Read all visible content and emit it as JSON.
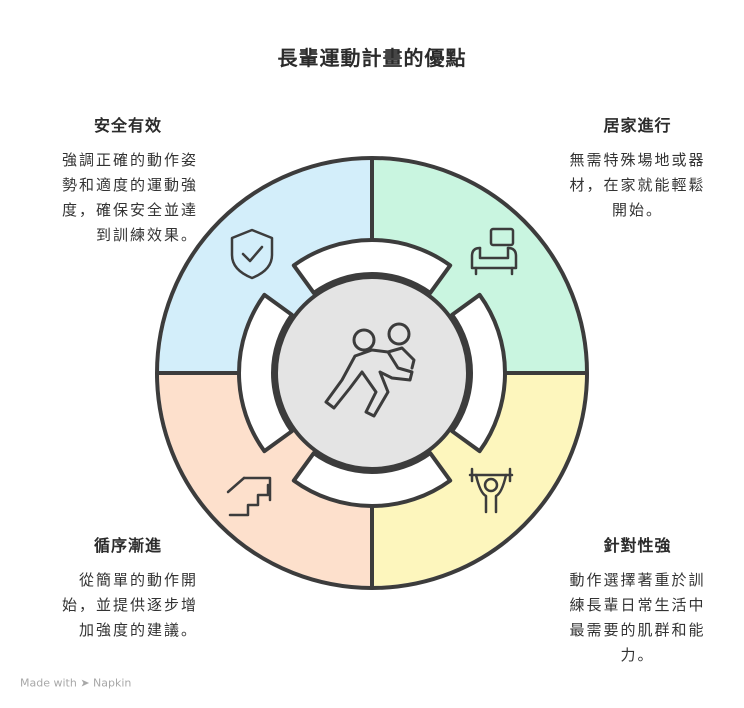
{
  "title": "長輩運動計畫的優點",
  "quadrants": [
    {
      "title": "安全有效",
      "lines": [
        "強調正確的動作姿",
        "勢和適度的運動強",
        "度，確保安全並達",
        "到訓練效果。"
      ],
      "color": "#d3eefa",
      "icon": "shield-check-icon"
    },
    {
      "title": "居家進行",
      "lines": [
        "無需特殊場地或器",
        "材，在家就能輕鬆",
        "開始。"
      ],
      "color": "#c9f5e0",
      "icon": "armchair-icon"
    },
    {
      "title": "循序漸進",
      "lines": [
        "從簡單的動作開",
        "始，並提供逐步增",
        "加強度的建議。"
      ],
      "color": "#fde0cc",
      "icon": "stairs-icon"
    },
    {
      "title": "針對性強",
      "lines": [
        "動作選擇著重於訓",
        "練長輩日常生活中",
        "最需要的肌群和能",
        "力。"
      ],
      "color": "#fdf6bd",
      "icon": "weightlifter-icon"
    }
  ],
  "center_icon": "elderly-walking-icon",
  "footer": {
    "made_with": "Made with",
    "brand": "Napkin"
  }
}
